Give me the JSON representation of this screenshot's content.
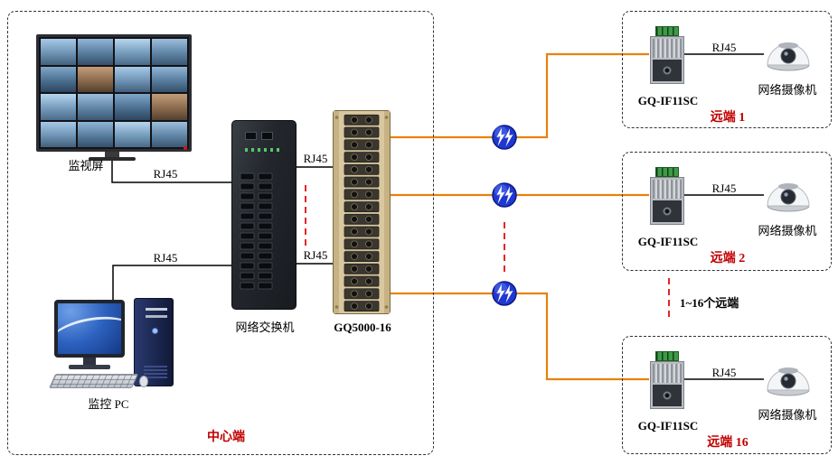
{
  "colors": {
    "fiber_line": "#E8820A",
    "rj45_line": "#000000",
    "dashed_red": "#DD0000",
    "label_red": "#C00000",
    "fiber_icon_blue": "#2038CF"
  },
  "center": {
    "label": "中心端",
    "monitor_label": "监视屏",
    "pc_label": "监控 PC",
    "switch_label": "网络交换机",
    "chassis_label": "GQ5000-16",
    "link_monitor_switch": "RJ45",
    "link_pc_switch": "RJ45",
    "link_switch_chassis_top": "RJ45",
    "link_switch_chassis_bottom": "RJ45"
  },
  "middle": {
    "range_label": "1~16个远端"
  },
  "remotes": [
    {
      "name": "远端 1",
      "device_label": "GQ-IF11SC",
      "camera_label": "网络摄像机",
      "link_label": "RJ45"
    },
    {
      "name": "远端 2",
      "device_label": "GQ-IF11SC",
      "camera_label": "网络摄像机",
      "link_label": "RJ45"
    },
    {
      "name": "远端 16",
      "device_label": "GQ-IF11SC",
      "camera_label": "网络摄像机",
      "link_label": "RJ45"
    }
  ]
}
